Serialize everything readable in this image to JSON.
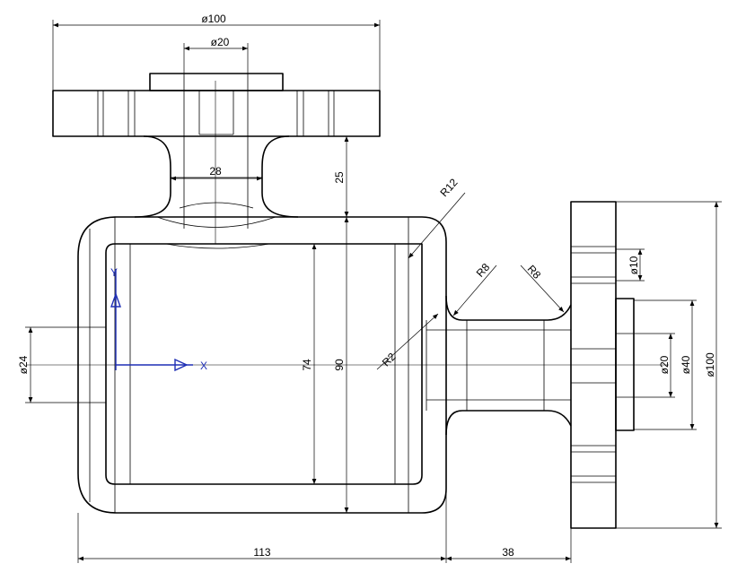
{
  "dimensions": {
    "top_flange_dia": "ø100",
    "top_bore_dia": "ø20",
    "neck_width": "28",
    "neck_height": "25",
    "fillet_r12": "R12",
    "fillet_r8_a": "R8",
    "fillet_r8_b": "R8",
    "fillet_r2": "R2",
    "inner_height": "74",
    "outer_height": "90",
    "left_port_dia": "ø24",
    "right_bolt_hole_dia": "ø10",
    "right_bore_dia": "ø20",
    "right_boss_dia": "ø40",
    "right_flange_dia": "ø100",
    "body_length": "113",
    "pipe_length": "38"
  },
  "ucs": {
    "x_label": "X",
    "y_label": "Y"
  }
}
